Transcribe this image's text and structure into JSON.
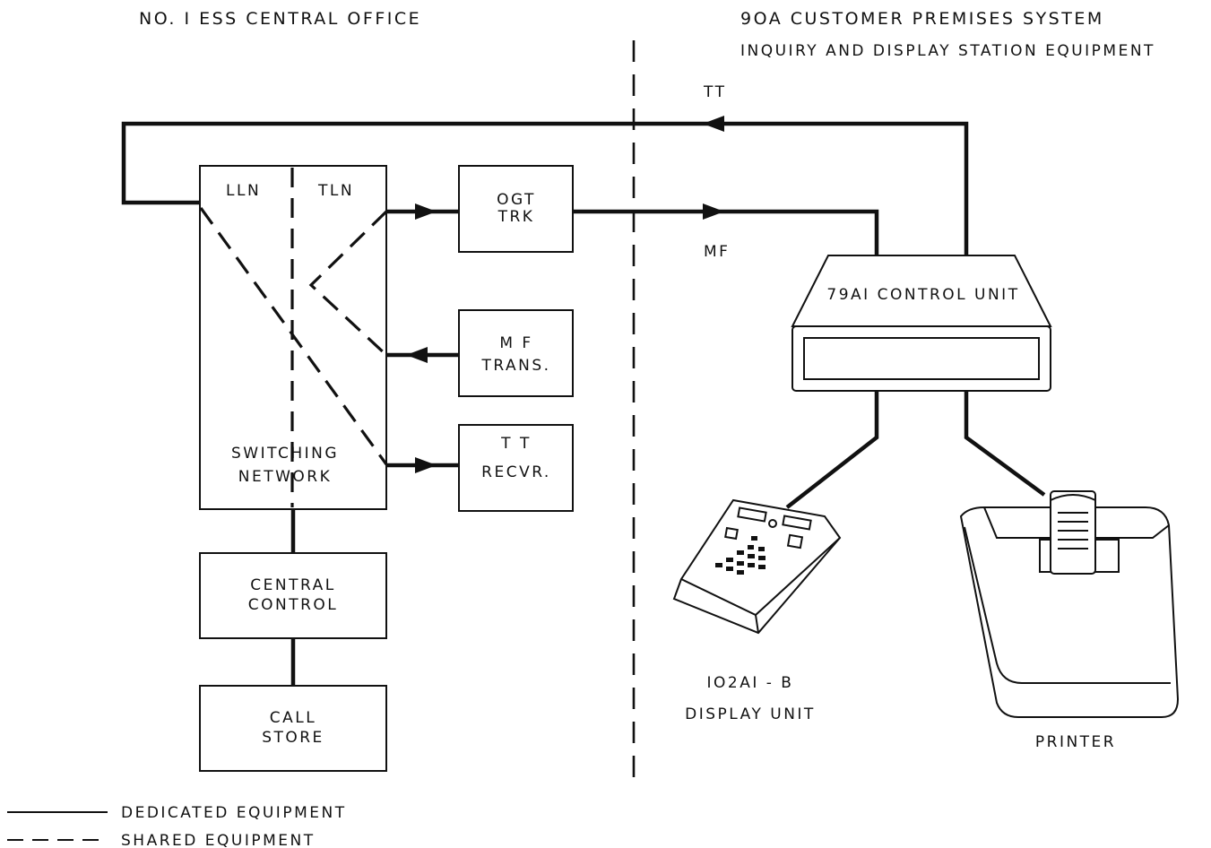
{
  "headers": {
    "left": "NO. I  ESS CENTRAL OFFICE",
    "right_line1": "9OA  CUSTOMER PREMISES  SYSTEM",
    "right_line2": "INQUIRY AND DISPLAY STATION EQUIPMENT"
  },
  "network": {
    "lln": "LLN",
    "tln": "TLN",
    "line1": "SWITCHING",
    "line2": "NETWORK"
  },
  "boxes": {
    "ogt_line1": "OGT",
    "ogt_line2": "TRK",
    "mf_line1": "M F",
    "mf_line2": "TRANS.",
    "tt_line1": "T T",
    "tt_line2": "RECVR.",
    "cc_line1": "CENTRAL",
    "cc_line2": "CONTROL",
    "cs_line1": "CALL",
    "cs_line2": "STORE"
  },
  "signals": {
    "tt": "TT",
    "mf": "MF"
  },
  "customer": {
    "control_unit": "79AI CONTROL UNIT",
    "display_line1": "IO2AI - B",
    "display_line2": "DISPLAY  UNIT",
    "printer": "PRINTER"
  },
  "legend": {
    "dedicated": "DEDICATED EQUIPMENT",
    "shared": "SHARED  EQUIPMENT"
  }
}
